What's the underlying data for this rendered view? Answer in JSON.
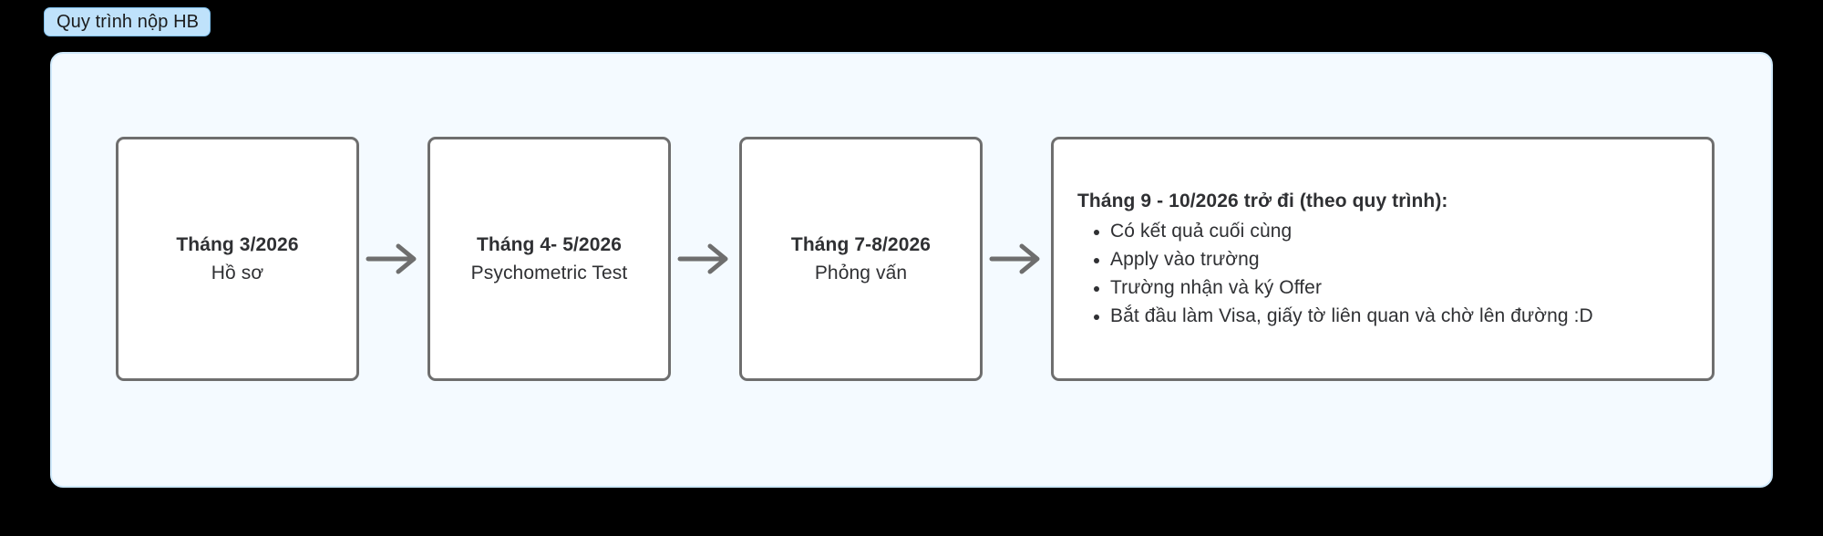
{
  "tab": {
    "label": "Quy trình nộp HB"
  },
  "colors": {
    "tab_bg": "#bfe2fb",
    "tab_border": "#7fc0ee",
    "panel_bg": "#f4faff",
    "panel_border": "#cfe9fb",
    "node_border": "#6e6e6e",
    "node_bg": "#ffffff",
    "text": "#2f3033",
    "arrow": "#6e6e6e",
    "page_bg": "#000000"
  },
  "flow": {
    "steps": [
      {
        "title": "Tháng 3/2026",
        "subtitle": "Hồ sơ"
      },
      {
        "title": "Tháng 4- 5/2026",
        "subtitle": "Psychometric Test"
      },
      {
        "title": "Tháng 7-8/2026",
        "subtitle": "Phỏng vấn"
      }
    ],
    "arrow_icon": "arrow-right-icon",
    "detail": {
      "heading": "Tháng 9 - 10/2026 trở đi (theo quy trình):",
      "bullets": [
        "Có kết quả cuối cùng",
        "Apply vào trường",
        "Trường nhận và ký Offer",
        "Bắt đầu làm Visa, giấy tờ liên quan và chờ lên đường :D"
      ]
    }
  }
}
